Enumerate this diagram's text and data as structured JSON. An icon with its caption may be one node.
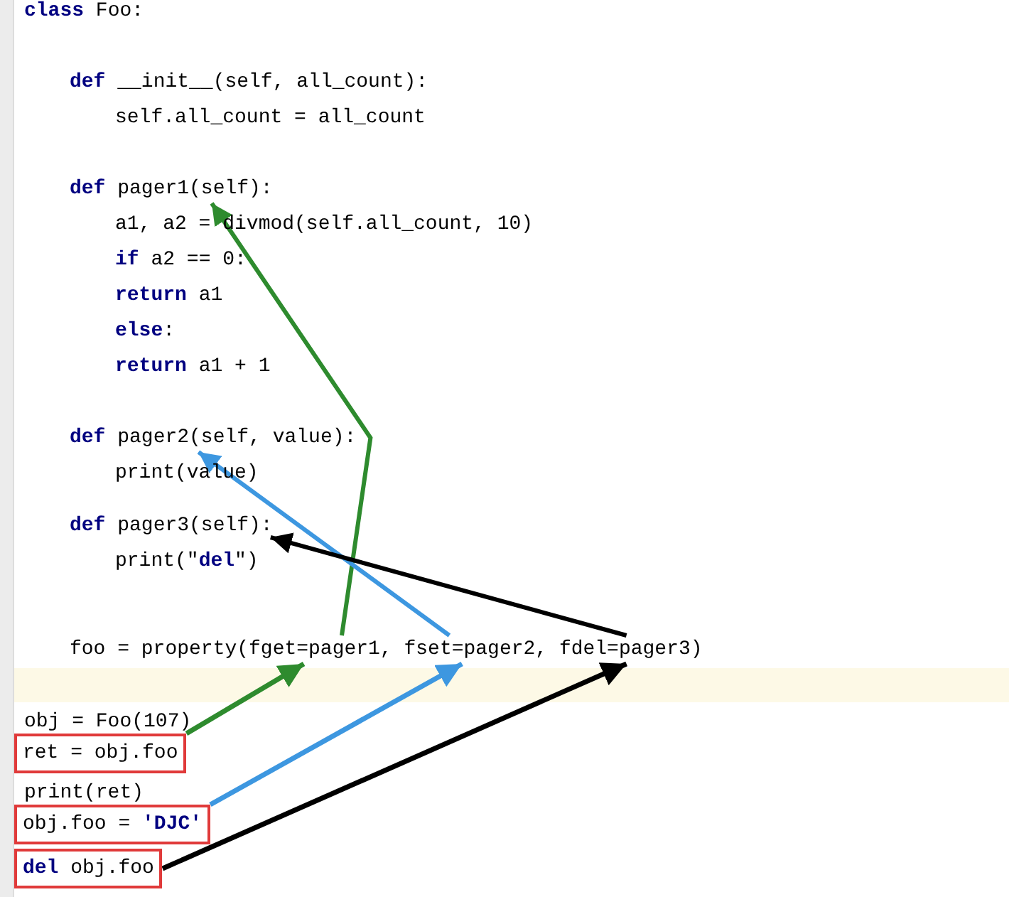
{
  "diagram": {
    "nodes": [
      {
        "text": [
          "**def** pager1(self):"
        ]
      },
      {
        "text": [
          "**def** pager2(self, value):"
        ]
      },
      {
        "text": [
          "**def** pager3(self):"
        ]
      },
      {
        "text": [
          "foo = property(fget=pager1, fset=pager2, fdel=pager3)"
        ]
      },
      {
        "text": [
          "ret = obj.foo"
        ]
      },
      {
        "text": [
          "obj.foo = **'DJC'**"
        ]
      },
      {
        "text": [
          "**del** obj.foo"
        ]
      }
    ],
    "edges": [
      {
        "from": 4,
        "to": 3,
        "arrow": "to",
        "color": "#2e8b2e"
      },
      {
        "from": 5,
        "to": 3,
        "arrow": "to",
        "color": "#3d97e0"
      },
      {
        "from": 6,
        "to": 3,
        "arrow": "to",
        "color": "#000000"
      },
      {
        "from": 3,
        "to": 0,
        "arrow": "to",
        "color": "#2e8b2e"
      },
      {
        "from": 3,
        "to": 1,
        "arrow": "to",
        "color": "#3d97e0"
      },
      {
        "from": 3,
        "to": 2,
        "arrow": "to",
        "color": "#000000"
      }
    ],
    "labels": [
      "**class** Foo:",
      "**def** __init__(self, all_count):",
      "self.all_count = all_count",
      "a1, a2 = divmod(self.all_count, 10)",
      "**if** a2 == 0:",
      "**return** a1",
      "**else**:",
      "**return** a1 + 1",
      "print(value)",
      "print(\"**del**\")",
      "obj = Foo(107)",
      "print(ret)"
    ]
  }
}
